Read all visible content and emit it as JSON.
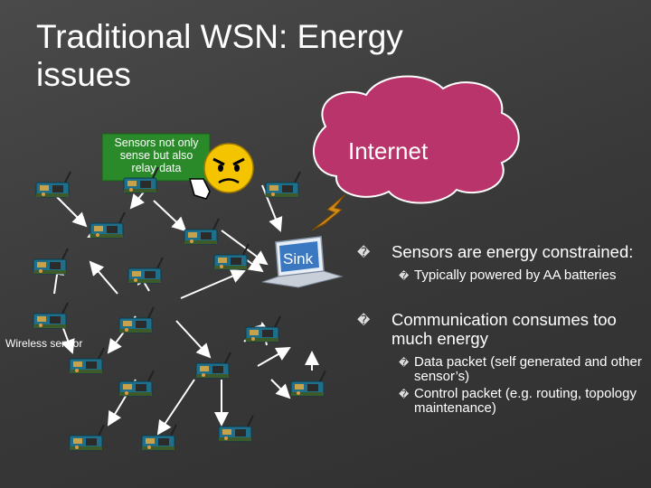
{
  "slide": {
    "title": "Traditional WSN: Energy issues",
    "cloud_label": "Internet",
    "speech_bubble": "Sensors not only sense but also relay data",
    "sink_label": "Sink",
    "wireless_sensor_label": "Wireless sensor",
    "bullet_marker": "�"
  },
  "bullets": [
    {
      "text": "Sensors are energy constrained:",
      "subs": [
        "Typically powered by AA batteries"
      ]
    },
    {
      "text": "Communication consumes too much energy",
      "subs": [
        "Data packet (self generated and other sensor’s)",
        "Control packet (e.g. routing, topology maintenance)"
      ]
    }
  ],
  "colors": {
    "cloud": "#b8346a",
    "bubble": "#2a8a2a",
    "arrow": "#ffffff",
    "smiley": "#f5c400"
  },
  "icons": {
    "sensor": "sensor-board-icon",
    "laptop": "laptop-icon",
    "lightning": "lightning-icon",
    "smiley": "angry-smiley-icon"
  }
}
